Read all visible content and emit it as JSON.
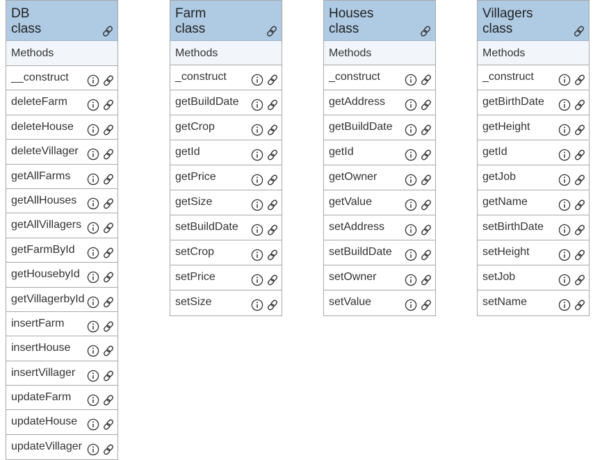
{
  "methods_label": "Methods",
  "classes": [
    {
      "title": "DB\nclass",
      "methods": [
        "__construct",
        "deleteFarm",
        "deleteHouse",
        "deleteVillager",
        "getAllFarms",
        "getAllHouses",
        "getAllVillagers",
        "getFarmById",
        "getHousebyId",
        "getVillagerbyId",
        "insertFarm",
        "insertHouse",
        "insertVillager",
        "updateFarm",
        "updateHouse",
        "updateVillager"
      ]
    },
    {
      "title": "Farm\nclass",
      "methods": [
        "_construct",
        "getBuildDate",
        "getCrop",
        "getId",
        "getPrice",
        "getSize",
        "setBuildDate",
        "setCrop",
        "setPrice",
        "setSize"
      ]
    },
    {
      "title": "Houses\nclass",
      "methods": [
        "_construct",
        "getAddress",
        "getBuildDate",
        "getId",
        "getOwner",
        "getValue",
        "setAddress",
        "setBuildDate",
        "setOwner",
        "setValue"
      ]
    },
    {
      "title": "Villagers\nclass",
      "methods": [
        "_construct",
        "getBirthDate",
        "getHeight",
        "getId",
        "getJob",
        "getName",
        "setBirthDate",
        "setHeight",
        "setJob",
        "setName"
      ]
    }
  ],
  "icons": {
    "info": "info-icon",
    "link": "link-icon"
  },
  "colors": {
    "header_bg": "#afcae3",
    "methods_bg": "#f2f6fa",
    "border": "#a7a7a7",
    "text": "#333333"
  }
}
